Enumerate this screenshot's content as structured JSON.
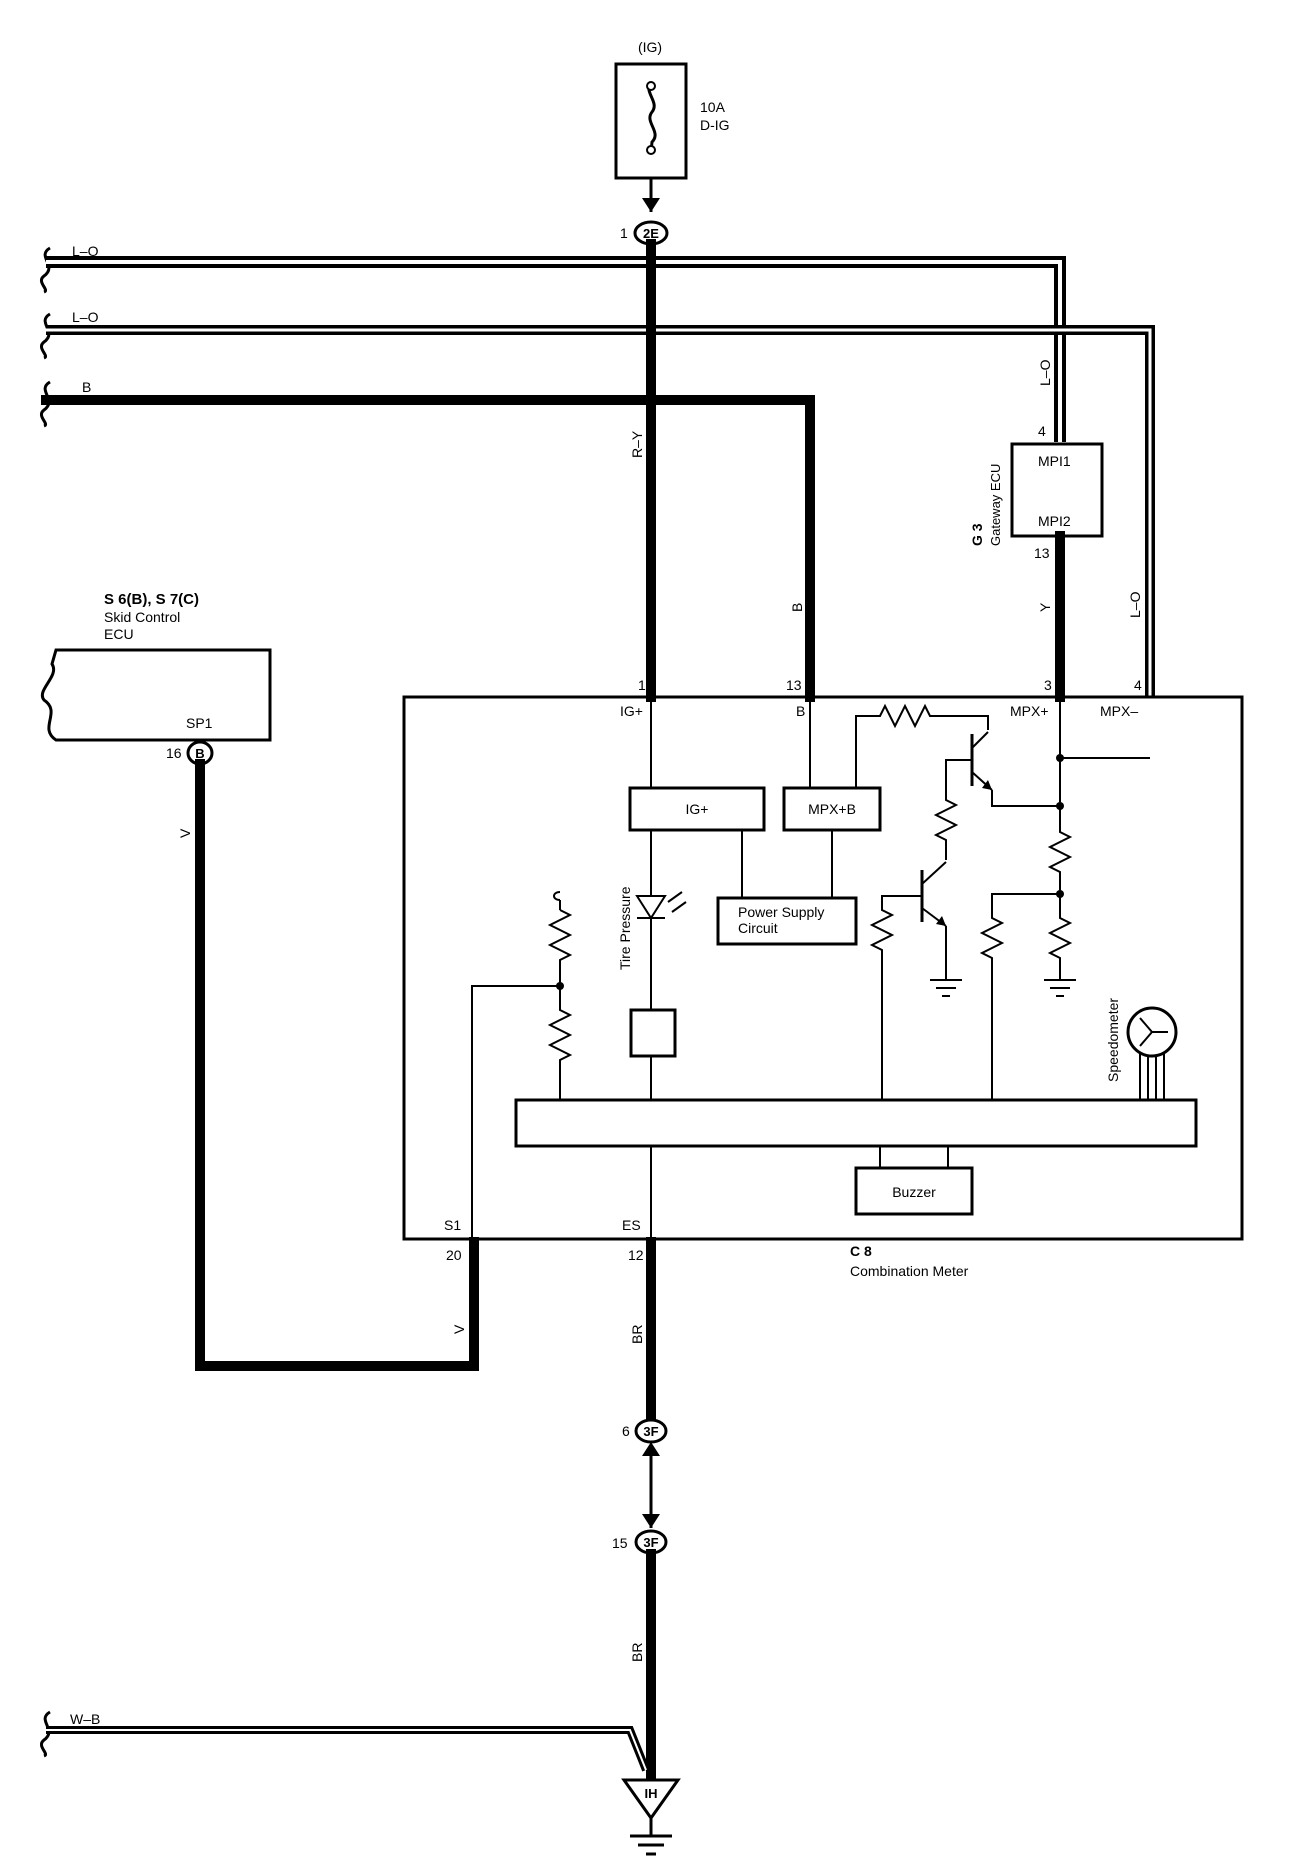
{
  "fuse": {
    "supply": "(IG)",
    "rating": "10A",
    "name": "D-IG"
  },
  "connectors": {
    "c2e": {
      "id": "2E",
      "pin": "1"
    },
    "c3f_top": {
      "id": "3F",
      "pin": "6"
    },
    "c3f_bot": {
      "id": "3F",
      "pin": "15"
    },
    "ecu_b": {
      "id": "B",
      "pin": "16"
    },
    "ground": "IH"
  },
  "wires": {
    "lo_1": "L–O",
    "lo_2": "L–O",
    "b_1": "B",
    "ry": "R–Y",
    "b_2": "B",
    "lo_3": "L–O",
    "y_1": "Y",
    "lo_4": "L–O",
    "v_1": "V",
    "v_2": "V",
    "br_1": "BR",
    "br_2": "BR",
    "wb": "W–B"
  },
  "gateway": {
    "ref": "G 3",
    "name": "Gateway ECU",
    "pin_mpi1": "4",
    "pin_mpi2": "13",
    "term_mpi1": "MPI1",
    "term_mpi2": "MPI2"
  },
  "skid_ecu": {
    "ref": "S 6(B), S 7(C)",
    "name_line1": "Skid Control",
    "name_line2": "ECU",
    "terminal": "SP1"
  },
  "meter": {
    "ref": "C 8",
    "name": "Combination Meter",
    "pins": {
      "ig": "1",
      "b": "13",
      "mpx_plus": "3",
      "mpx_minus": "4",
      "s1": "20",
      "es": "12"
    },
    "terminals": {
      "ig": "IG+",
      "b": "B",
      "mpx_plus": "MPX+",
      "mpx_minus": "MPX–",
      "s1": "S1",
      "es": "ES"
    },
    "blocks": {
      "ig_box": "IG+",
      "mpxb_box": "MPX+B",
      "psu_line1": "Power Supply",
      "psu_line2": "Circuit",
      "buzzer": "Buzzer"
    },
    "tire_pressure": "Tire Pressure",
    "speedometer": "Speedometer"
  }
}
